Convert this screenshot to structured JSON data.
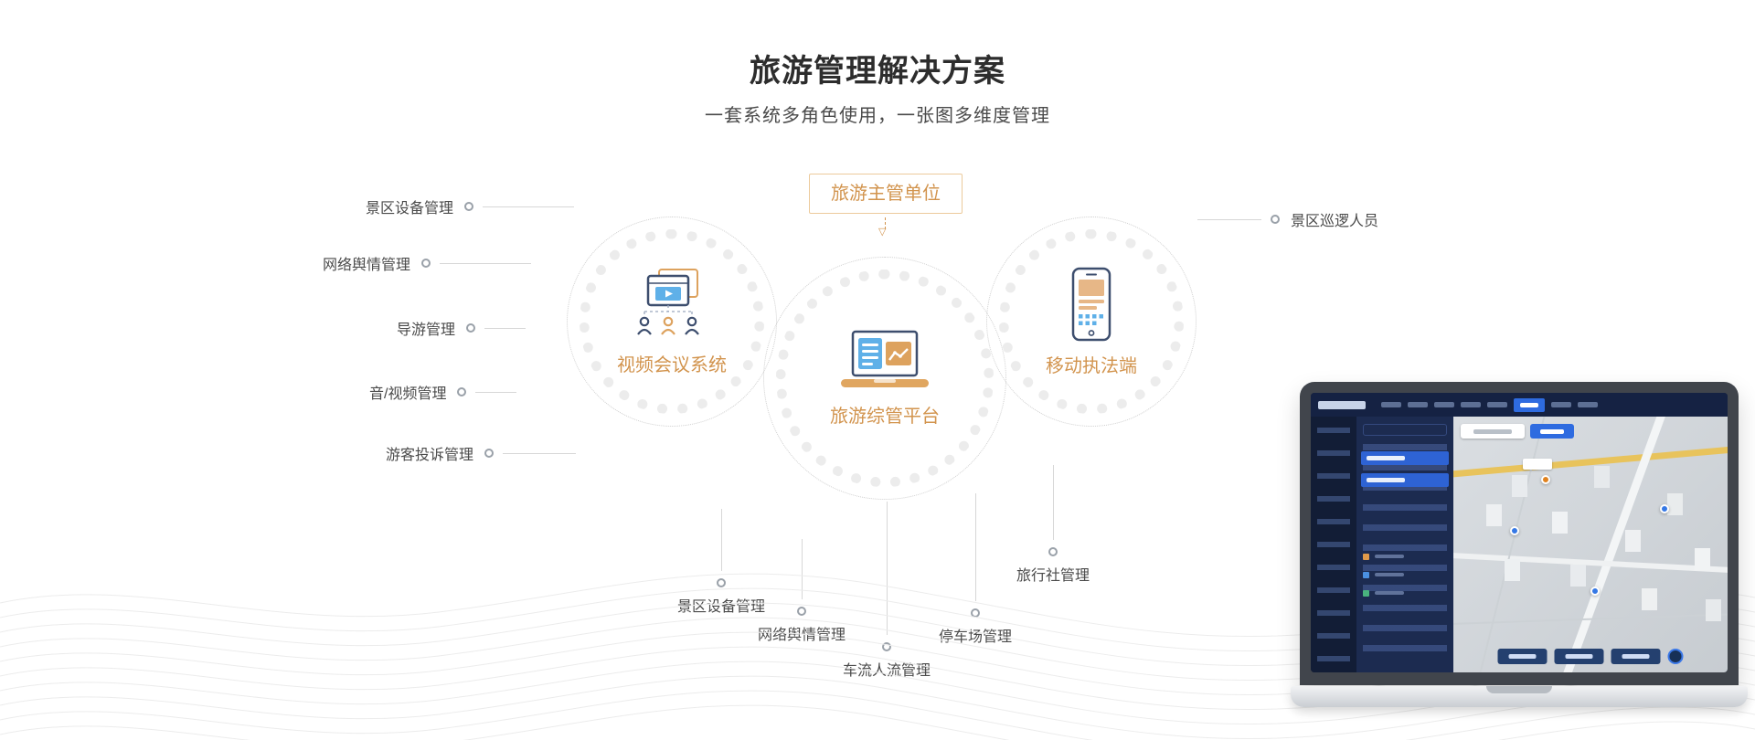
{
  "page": {
    "title": "旅游管理解决方案",
    "subtitle": "一套系统多角色使用，一张图多维度管理"
  },
  "diagram": {
    "authority_label": "旅游主管单位",
    "nodes": {
      "video": {
        "label": "视频会议系统"
      },
      "platform": {
        "label": "旅游综管平台"
      },
      "mobile": {
        "label": "移动执法端"
      }
    },
    "left_items": [
      {
        "label": "景区设备管理"
      },
      {
        "label": "网络舆情管理"
      },
      {
        "label": "导游管理"
      },
      {
        "label": "音/视频管理"
      },
      {
        "label": "游客投诉管理"
      }
    ],
    "right_items": [
      {
        "label": "景区巡逻人员"
      }
    ],
    "bottom_items": [
      {
        "label": "景区设备管理"
      },
      {
        "label": "网络舆情管理"
      },
      {
        "label": "车流人流管理"
      },
      {
        "label": "停车场管理"
      },
      {
        "label": "旅行社管理"
      }
    ],
    "colors": {
      "accent_orange": "#d2944e",
      "icon_navy": "#3d4e6e",
      "icon_blue": "#5fb0e8",
      "icon_tan": "#dda25e",
      "line_gray": "#d7d7d7"
    }
  }
}
